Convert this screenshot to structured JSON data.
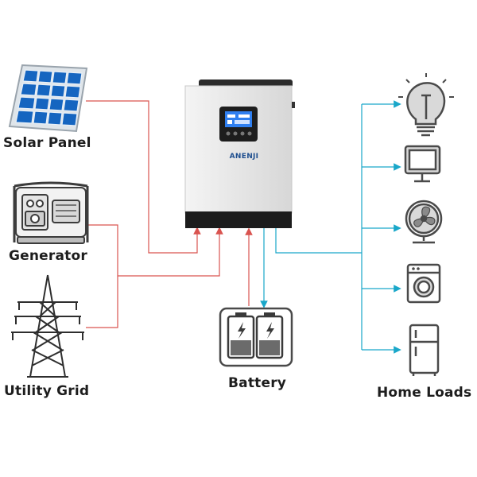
{
  "labels": {
    "solar_panel": "Solar Panel",
    "generator": "Generator",
    "utility_grid": "Utility Grid",
    "battery": "Battery",
    "home_loads": "Home Loads"
  },
  "inverter": {
    "brand": "ANENJI"
  },
  "colors": {
    "input_line": "#d9534f",
    "output_line": "#19a7c9",
    "icon_stroke": "#4a4a4a",
    "solar_cell": "#1565c0",
    "inverter_body": "#e6e6e6",
    "inverter_panel": "#1c1c1c",
    "screen": "#2f7ff0"
  },
  "icons": [
    "solar-panel-icon",
    "generator-icon",
    "utility-grid-tower-icon",
    "battery-icon",
    "light-bulb-icon",
    "monitor-icon",
    "fan-icon",
    "washing-machine-icon",
    "refrigerator-icon"
  ]
}
